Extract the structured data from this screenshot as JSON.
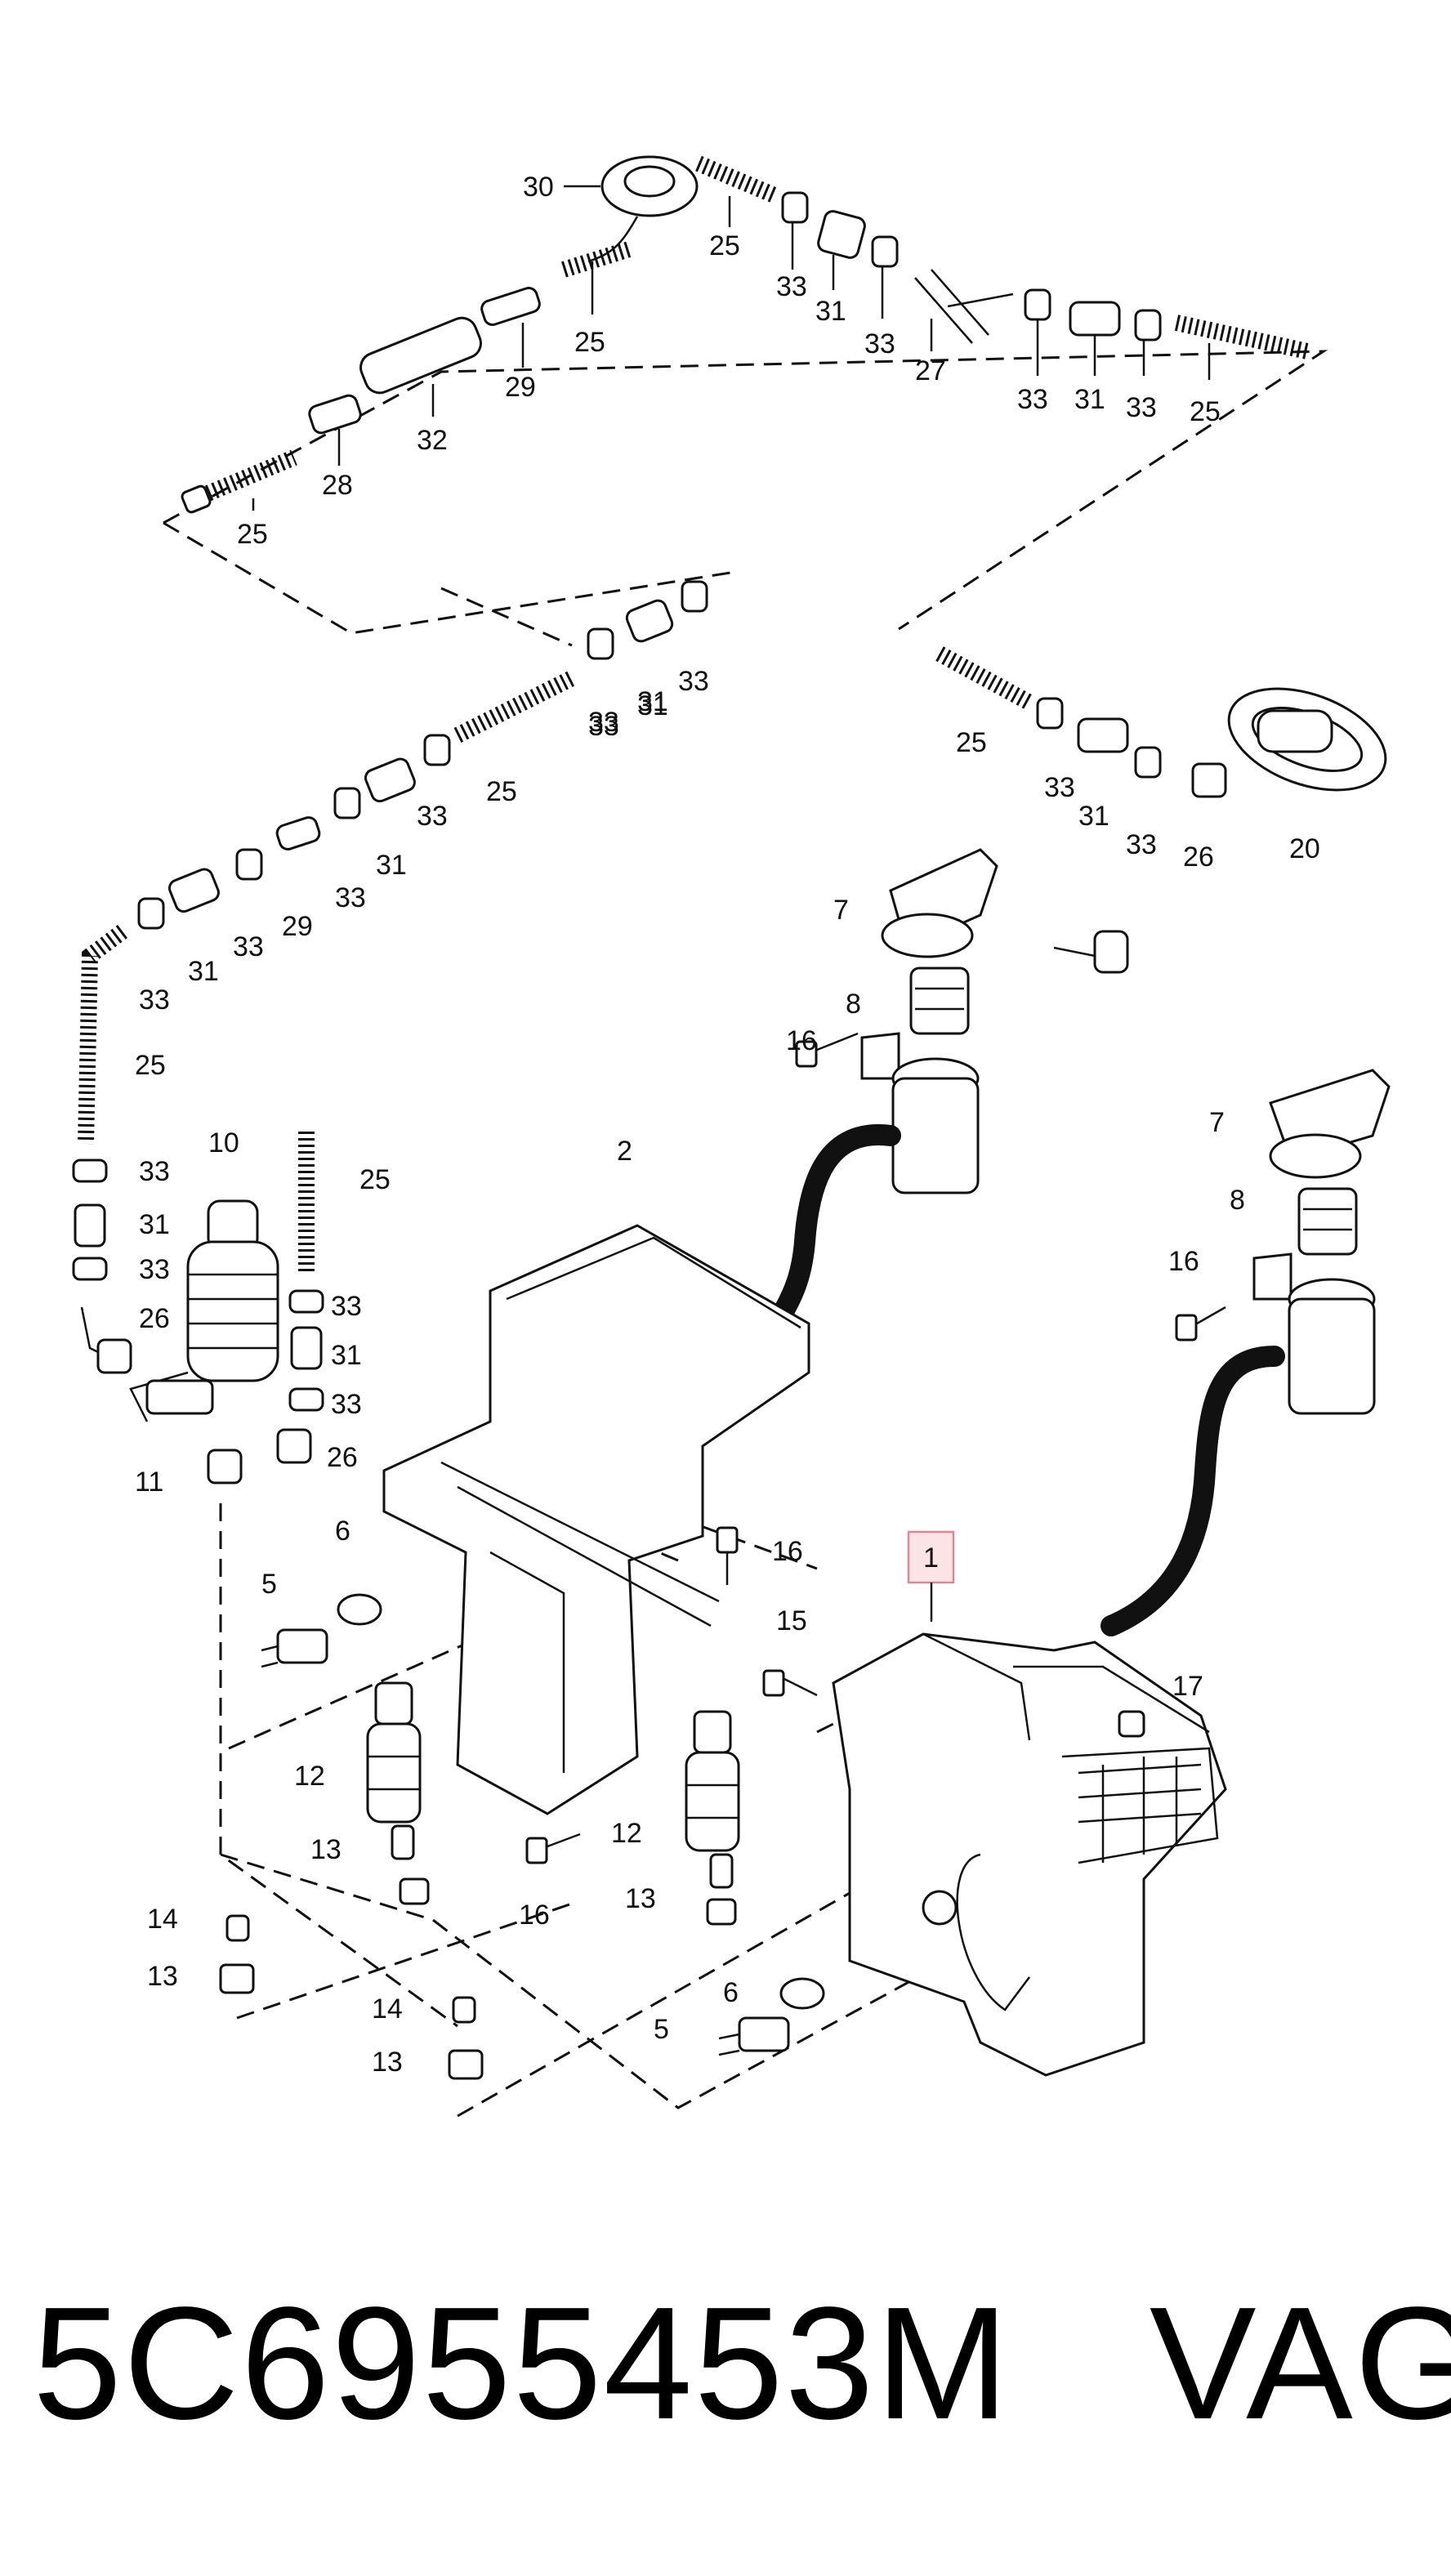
{
  "diagram": {
    "callouts": [
      "30",
      "25",
      "33",
      "31",
      "33",
      "27",
      "33",
      "31",
      "33",
      "25",
      "25",
      "29",
      "32",
      "28",
      "25",
      "33",
      "31",
      "33",
      "33",
      "31",
      "25",
      "33",
      "31",
      "33",
      "29",
      "33",
      "31",
      "33",
      "25",
      "33",
      "31",
      "33",
      "26",
      "20",
      "7",
      "8",
      "16",
      "25",
      "10",
      "33",
      "25",
      "31",
      "33",
      "33",
      "26",
      "31",
      "33",
      "26",
      "11",
      "2",
      "7",
      "8",
      "16",
      "16",
      "6",
      "5",
      "1",
      "15",
      "17",
      "12",
      "13",
      "16",
      "12",
      "13",
      "14",
      "13",
      "14",
      "13",
      "6",
      "5"
    ],
    "highlighted_callout": "1"
  },
  "footer": {
    "part_number": "5C6955453M",
    "brand": "VAG"
  }
}
